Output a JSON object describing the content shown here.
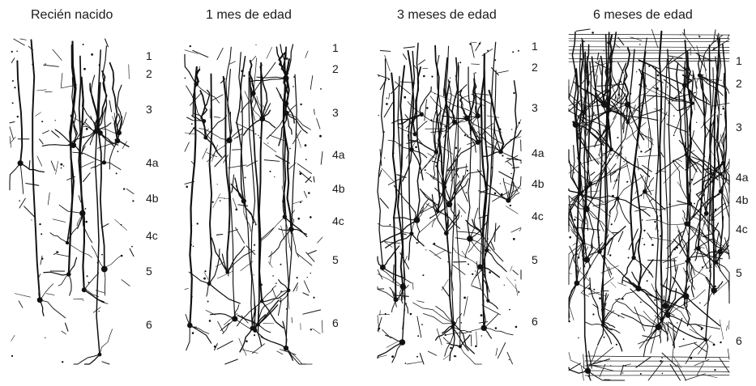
{
  "panels": [
    {
      "title": "Recién nacido",
      "layers": [
        "1",
        "2",
        "3",
        "4a",
        "4b",
        "4c",
        "5",
        "6"
      ],
      "density": 1
    },
    {
      "title": "1 mes de edad",
      "layers": [
        "1",
        "2",
        "3",
        "4a",
        "4b",
        "4c",
        "5",
        "6"
      ],
      "density": 2
    },
    {
      "title": "3 meses de edad",
      "layers": [
        "1",
        "2",
        "3",
        "4a",
        "4b",
        "4c",
        "5",
        "6"
      ],
      "density": 3
    },
    {
      "title": "6 meses de edad",
      "layers": [
        "1",
        "2",
        "3",
        "4a",
        "4b",
        "4c",
        "5",
        "6"
      ],
      "density": 5
    }
  ],
  "ink_color": "#111111"
}
